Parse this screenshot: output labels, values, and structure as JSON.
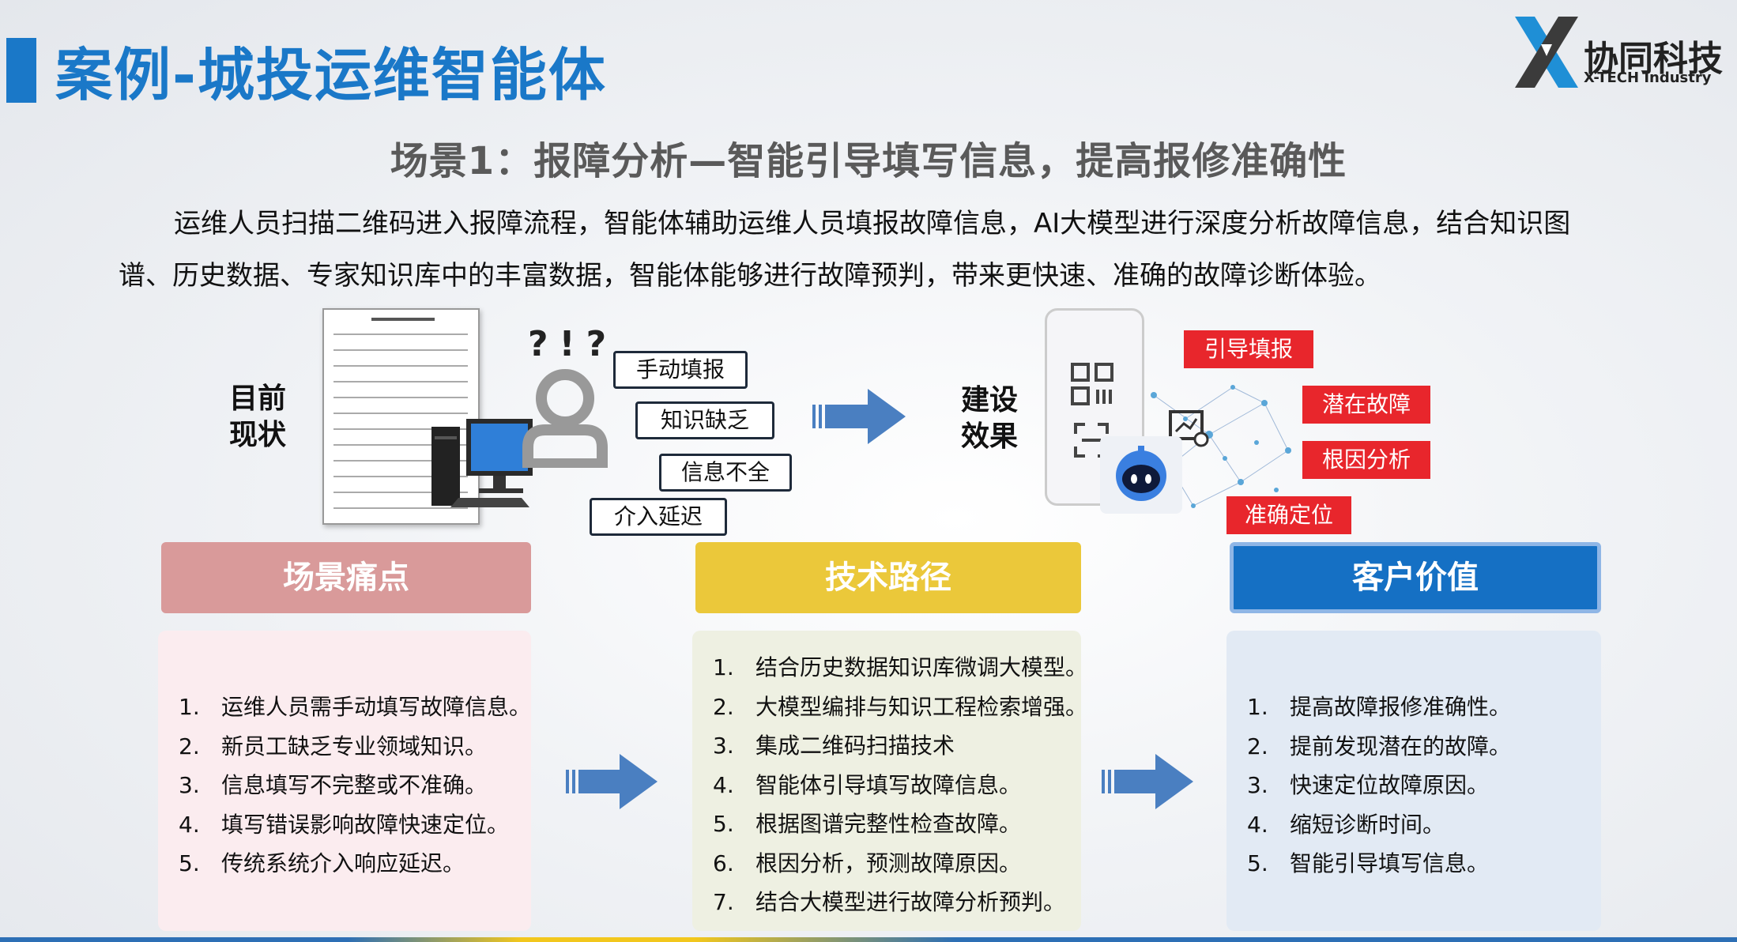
{
  "page_title": "案例-城投运维智能体",
  "logo": {
    "cn": "协同科技",
    "en": "X-TECH Industry"
  },
  "subtitle": "场景1：报障分析—智能引导填写信息，提高报修准确性",
  "description": "运维人员扫描二维码进入报障流程，智能体辅助运维人员填报故障信息，AI大模型进行深度分析故障信息，结合知识图谱、历史数据、专家知识库中的丰富数据，智能体能够进行故障预判，带来更快速、准确的故障诊断体验。",
  "current": {
    "label_line1": "目前",
    "label_line2": "现状",
    "question_marks": "?!?",
    "issues": [
      "手动填报",
      "知识缺乏",
      "信息不全",
      "介入延迟"
    ]
  },
  "effect": {
    "label_line1": "建设",
    "label_line2": "效果",
    "tags": [
      "引导填报",
      "潜在故障",
      "根因分析",
      "准确定位"
    ]
  },
  "columns": {
    "pain": {
      "title": "场景痛点",
      "items": [
        "运维人员需手动填写故障信息。",
        "新员工缺乏专业领域知识。",
        "信息填写不完整或不准确。",
        "填写错误影响故障快速定位。",
        "传统系统介入响应延迟。"
      ]
    },
    "tech": {
      "title": "技术路径",
      "items": [
        "结合历史数据知识库微调大模型。",
        "大模型编排与知识工程检索增强。",
        "集成二维码扫描技术",
        "智能体引导填写故障信息。",
        "根据图谱完整性检查故障。",
        "根因分析，预测故障原因。",
        "结合大模型进行故障分析预判。"
      ]
    },
    "value": {
      "title": "客户价值",
      "items": [
        "提高故障报修准确性。",
        "提前发现潜在的故障。",
        "快速定位故障原因。",
        "缩短诊断时间。",
        "智能引导填写信息。"
      ]
    }
  },
  "list_numbers": [
    "1.",
    "2.",
    "3.",
    "4.",
    "5.",
    "6.",
    "7."
  ],
  "colors": {
    "brand_blue": "#1a78c8",
    "pain_header": "#d99a9a",
    "tech_header": "#ebc83a",
    "value_header": "#1570c4",
    "tag_red": "#e8262c",
    "arrow_blue": "#4a7fc1"
  }
}
